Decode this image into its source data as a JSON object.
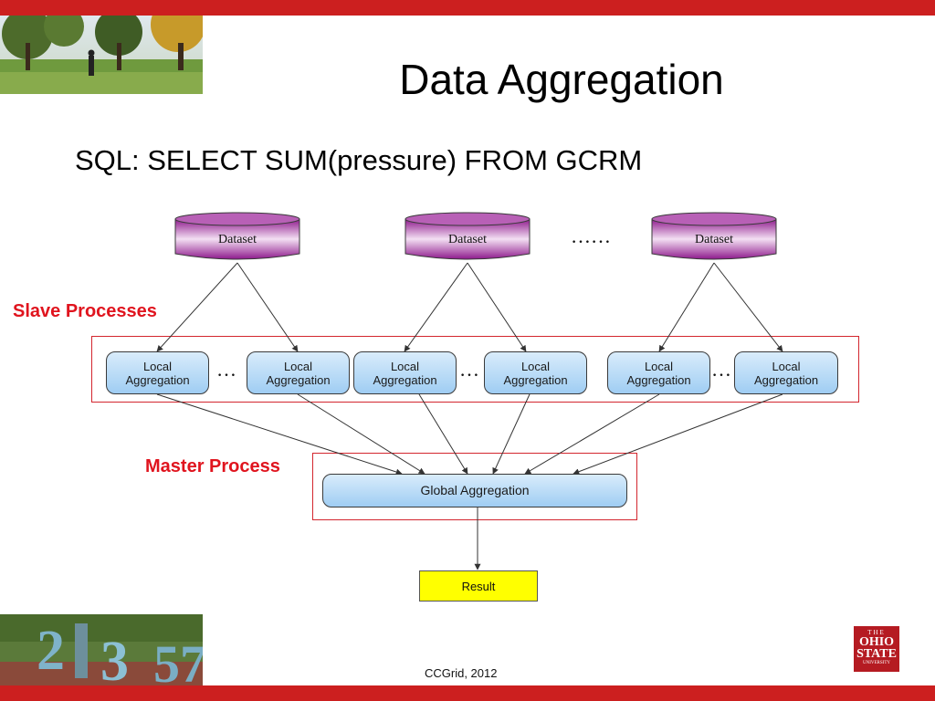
{
  "slide": {
    "title": "Data Aggregation",
    "sql": "SQL: SELECT SUM(pressure) FROM GCRM",
    "footer": "CCGrid, 2012"
  },
  "labels": {
    "slave": "Slave Processes",
    "master": "Master Process"
  },
  "datasets": [
    "Dataset",
    "Dataset",
    "Dataset"
  ],
  "dataset_ellipsis": "……",
  "local": {
    "line1": "Local",
    "line2": "Aggregation"
  },
  "group_ellipsis": "…",
  "global": "Global Aggregation",
  "result": "Result",
  "logo": {
    "line1": "THE",
    "line2a": "OHIO",
    "line2b": "STATE",
    "line3": "UNIVERSITY"
  },
  "colors": {
    "brand_red": "#cc1f1f",
    "label_red": "#e0141e",
    "result_yellow": "#ffff00",
    "dataset_purple": "#8e1a8c"
  }
}
